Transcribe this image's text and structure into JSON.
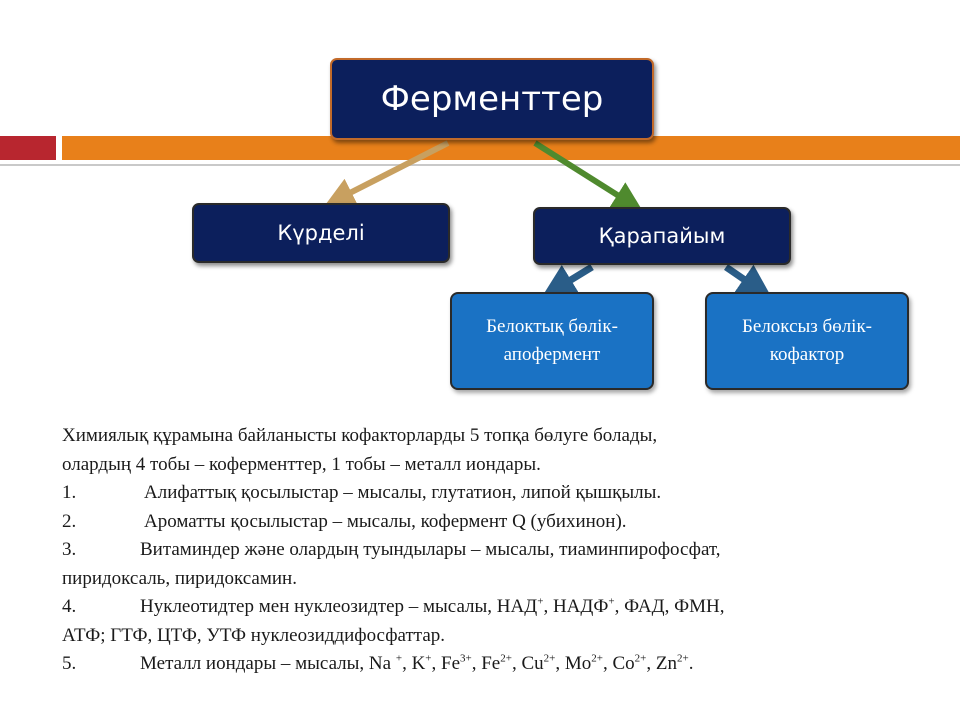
{
  "diagram": {
    "root": "Ферменттер",
    "complex": "Күрделі",
    "simple": "Қарапайым",
    "protein_part": [
      "Белоктық бөлік-",
      "апофермент"
    ],
    "nonprotein_part": [
      "Белоксыз бөлік-",
      "кофактор"
    ]
  },
  "text": {
    "intro_line1": "Химиялық  құрамына байланысты кофакторларды 5 топқа  бөлуге болады,",
    "intro_line2": "олардың 4 тобы – коферменттер, 1 тобы – металл иондары.",
    "item1_num": "1.",
    "item1_text": "Алифаттық қосылыстар – мысалы, глутатион, липой қышқылы.",
    "item2_num": "2.",
    "item2_text": "Ароматты қосылыстар – мысалы, кофермент Q (убихинон).",
    "item3_num": "3.",
    "item3_text": "Витаминдер және олардың туындылары – мысалы, тиаминпирофосфат,",
    "item3_cont": "пиридоксаль, пиридоксамин.",
    "item4_num": "4.",
    "item4_text_a": "Нуклеотидтер мен нуклеозидтер – мысалы, НАД",
    "item4_sup_a": "+",
    "item4_text_b": ", НАДФ",
    "item4_sup_b": "+",
    "item4_text_c": ", ФАД, ФМН,",
    "item4_cont": "АТФ; ГТФ, ЦТФ, УТФ нуклеозиддифосфаттар.",
    "item5_num": "5.",
    "item5_pre": "Металл иондары – мысалы, Na ",
    "item5_ions": [
      {
        "sym": "Na",
        "sup": "+"
      },
      {
        "sym": "K",
        "sup": "+"
      },
      {
        "sym": "Fe",
        "sup": "3+"
      },
      {
        "sym": "Fe",
        "sup": "2+"
      },
      {
        "sym": "Cu",
        "sup": "2+"
      },
      {
        "sym": "Mo",
        "sup": "2+"
      },
      {
        "sym": "Co",
        "sup": "2+"
      },
      {
        "sym": "Zn",
        "sup": "2+"
      }
    ]
  },
  "colors": {
    "navy": "#0c1f5c",
    "blue": "#1a72c4",
    "band_red": "#b8262f",
    "band_orange": "#e8801a",
    "arrow_tan": "#c8a060",
    "arrow_green": "#4f8a2e",
    "arrow_blue": "#2a5d88"
  }
}
